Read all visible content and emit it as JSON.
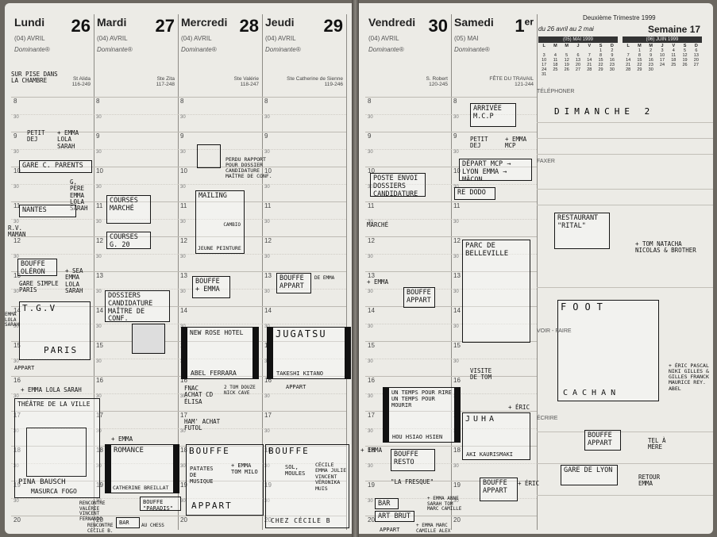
{
  "left_page": {
    "days": [
      {
        "name": "Lundi",
        "num": "26",
        "month": "(04) AVRIL",
        "dominante": "Dominante®",
        "saint": "St Alida",
        "saint_no": "116-249"
      },
      {
        "name": "Mardi",
        "num": "27",
        "month": "(04) AVRIL",
        "dominante": "Dominante®",
        "saint": "Ste Zita",
        "saint_no": "117-248"
      },
      {
        "name": "Mercredi",
        "num": "28",
        "month": "(04) AVRIL",
        "dominante": "Dominante®",
        "saint": "Ste Valérie",
        "saint_no": "118-247"
      },
      {
        "name": "Jeudi",
        "num": "29",
        "month": "(04) AVRIL",
        "dominante": "Dominante®",
        "saint": "Ste Catherine de Sienne",
        "saint_no": "119-246"
      }
    ],
    "hours": [
      "8",
      "30",
      "9",
      "30",
      "10",
      "30",
      "11",
      "30",
      "12",
      "30",
      "13",
      "30",
      "14",
      "30",
      "15",
      "30",
      "16",
      "30",
      "17",
      "30",
      "18",
      "30",
      "19",
      "30",
      "20"
    ],
    "notes": {
      "mon_sur_pise": "SUR PISE DANS LA CHAMBRE",
      "mon_petit_dej": "PETIT DEJ",
      "mon_emma_lola": "+ EMMA LOLA SARAH",
      "mon_gare": "GARE C. PARENTS",
      "mon_gpere": "G. PÈRE EMMA LOLA SARAH",
      "mon_nantes": "NANTES",
      "mon_rv": "R.V. MAMAN",
      "mon_bouffe": "BOUFFE OLÉRON",
      "mon_sea": "+ SEA EMMA LOLA SARAH",
      "mon_gare2": "GARE SIMPLE PARIS",
      "mon_tgv": "T.G.V",
      "mon_paris": "PARIS",
      "mon_tgv_side": "EMMA LOLA SARAH",
      "mon_appart": "APPART",
      "mon_emma_lola2": "+ EMMA LOLA SARAH",
      "mon_theatre": "THÉÂTRE DE LA VILLE",
      "mon_pina": "PINA BAUSCH",
      "mon_mazurca": "MASURCA FOGO",
      "tue_courses": "COURSES MARCHÉ",
      "tue_courses2": "COURSES G. 20",
      "tue_dossiers": "DOSSIERS CANDIDATURE MAÎTRE DE CONF.",
      "tue_emma": "+ EMMA",
      "tue_romance": "ROMANCE",
      "tue_breillat": "CATHERINE BREILLAT",
      "tue_bouffe": "BOUFFE \"PARADIS\"",
      "tue_rencontre": "RENCONTRE VALÉRIE VINCENT FERNANDO",
      "tue_bar": "BAR",
      "tue_rencontre2": "RENCONTRE CÉCILE B.",
      "tue_aux_chess": "AU CHESS",
      "wed_perdu": "PERDU RAPPORT POUR DOSSIER CANDIDATURE MAÎTRE DE CONF.",
      "wed_mailing": "MAILING",
      "wed_cambio": "CAMBIO",
      "wed_peinture": "JEUNE PEINTURE",
      "wed_bouffe": "BOUFFE + EMMA",
      "wed_newrose": "NEW ROSE HOTEL",
      "wed_ferrara": "ABEL FERRARA",
      "wed_fnac": "FNAC ACHAT CD ÉLISA",
      "wed_2tom": "2 TOM DOUZE NICK CAVE",
      "wed_hamn": "HAM' ACHAT FUTOL",
      "wed_bouffe2": "BOUFFE",
      "wed_patates": "PATATES DE MUSIQUE",
      "wed_emma": "+ EMMA TOM MILO",
      "wed_appart": "APPART",
      "thu_bouffe": "BOUFFE APPART",
      "thu_drawin": "DE EMMA",
      "thu_jugatsu": "JUGATSU",
      "thu_kitano": "TAKESHI KITANO",
      "thu_appart": "APPART",
      "thu_bouffe2": "BOUFFE",
      "thu_sol": "SOL, MOULES",
      "thu_guests": "CÉCILE EMMA JULIE VINCENT VÉRONIKA MUIS",
      "thu_chez": "CHEZ CÉCILE B"
    }
  },
  "right_page": {
    "header": {
      "trimestre": "Deuxième Trimestre 1999",
      "semaine_range": "du 26 avril au 2 mai",
      "semaine": "Semaine 17"
    },
    "days": [
      {
        "name": "Vendredi",
        "num": "30",
        "month": "(04) AVRIL",
        "dominante": "Dominante®",
        "saint": "S. Robert",
        "saint_no": "120-245"
      },
      {
        "name": "Samedi",
        "num": "1",
        "num_sup": "er",
        "month": "(05) MAI",
        "dominante": "Dominante®",
        "saint": "FÊTE DU TRAVAIL",
        "saint_no": "121-244"
      }
    ],
    "mini_cal": [
      {
        "title": "(05) MAI 1999",
        "head": [
          "L",
          "M",
          "M",
          "J",
          "V",
          "S",
          "D"
        ],
        "rows": [
          [
            "",
            "",
            "",
            "",
            "",
            "1",
            "2"
          ],
          [
            "3",
            "4",
            "5",
            "6",
            "7",
            "8",
            "9"
          ],
          [
            "10",
            "11",
            "12",
            "13",
            "14",
            "15",
            "16"
          ],
          [
            "17",
            "18",
            "19",
            "20",
            "21",
            "22",
            "23"
          ],
          [
            "24",
            "25",
            "26",
            "27",
            "28",
            "29",
            "30"
          ],
          [
            "31",
            "",
            "",
            "",
            "",
            "",
            ""
          ]
        ]
      },
      {
        "title": "(06) JUIN 1999",
        "head": [
          "L",
          "M",
          "M",
          "J",
          "V",
          "S",
          "D"
        ],
        "rows": [
          [
            "",
            "1",
            "2",
            "3",
            "4",
            "5",
            "6"
          ],
          [
            "7",
            "8",
            "9",
            "10",
            "11",
            "12",
            "13"
          ],
          [
            "14",
            "15",
            "16",
            "17",
            "18",
            "19",
            "20"
          ],
          [
            "21",
            "22",
            "23",
            "24",
            "25",
            "26",
            "27"
          ],
          [
            "28",
            "29",
            "30",
            "",
            "",
            "",
            ""
          ]
        ]
      }
    ],
    "sections": {
      "telephoner": "TÉLÉPHONER",
      "dimanche": "DIMANCHE 2",
      "faxer": "FAXER",
      "voir_faire": "VOIR - FAIRE",
      "ecrire": "ÉCRIRE"
    },
    "notes": {
      "fri_poste": "POSTE ENVOI DOSSIERS CANDIDATURE",
      "fri_marche": "MARCHÉ",
      "fri_emma": "+ EMMA",
      "fri_bouffe": "BOUFFE APPART",
      "fri_untemps": "UN TEMPS POUR RIRE UN TEMPS POUR MOURIR",
      "fri_hou": "HOU HSIAO HSIEN",
      "fri_emma2": "+ EMMA",
      "fri_bouffe2": "BOUFFE RESTO",
      "fri_fresque": "\"LA FRESQUE\"",
      "fri_bar": "BAR",
      "fri_artbrut": "ART BRUT",
      "fri_emma3": "+ EMMA ANNE SARAH TOM MARC CAMILLE",
      "fri_appart": "APPART",
      "fri_emma4": "+ EMMA MARC CAMILLE ALEX",
      "sat_arrivee": "ARRIVÉE M.C.P",
      "sat_petit": "PETIT DEJ",
      "sat_emma": "+ EMMA MCP",
      "sat_depart": "DÉPART MCP → LYON EMMA → MÂCON",
      "sat_redodo": "RE DODO",
      "sat_parc": "PARC DE BELLEVILLE",
      "sat_visite": "VISITE DE TOM",
      "sat_juha": "JUHA",
      "sat_eric": "+ ÉRIC",
      "sat_aki": "AKI KAURISMAKI",
      "sat_bouffe": "BOUFFE APPART",
      "sat_eric2": "+ ÉRIC",
      "sun_resto": "RESTAURANT \"RITAL\"",
      "sun_tom": "+ TOM NATACHA NICOLAS & BROTHER",
      "sun_foot": "FOOT",
      "sun_cachan": "CACHAN",
      "sun_eric": "+ ÉRIC PASCAL NIKI GILLES & GILLES FRANCK MAURICE REY. ABEL",
      "sun_bouffe": "BOUFFE APPART",
      "sun_tel": "TEL à MÈRE",
      "sun_gare": "GARE DE LYON",
      "sun_retour": "RETOUR EMMA"
    }
  }
}
